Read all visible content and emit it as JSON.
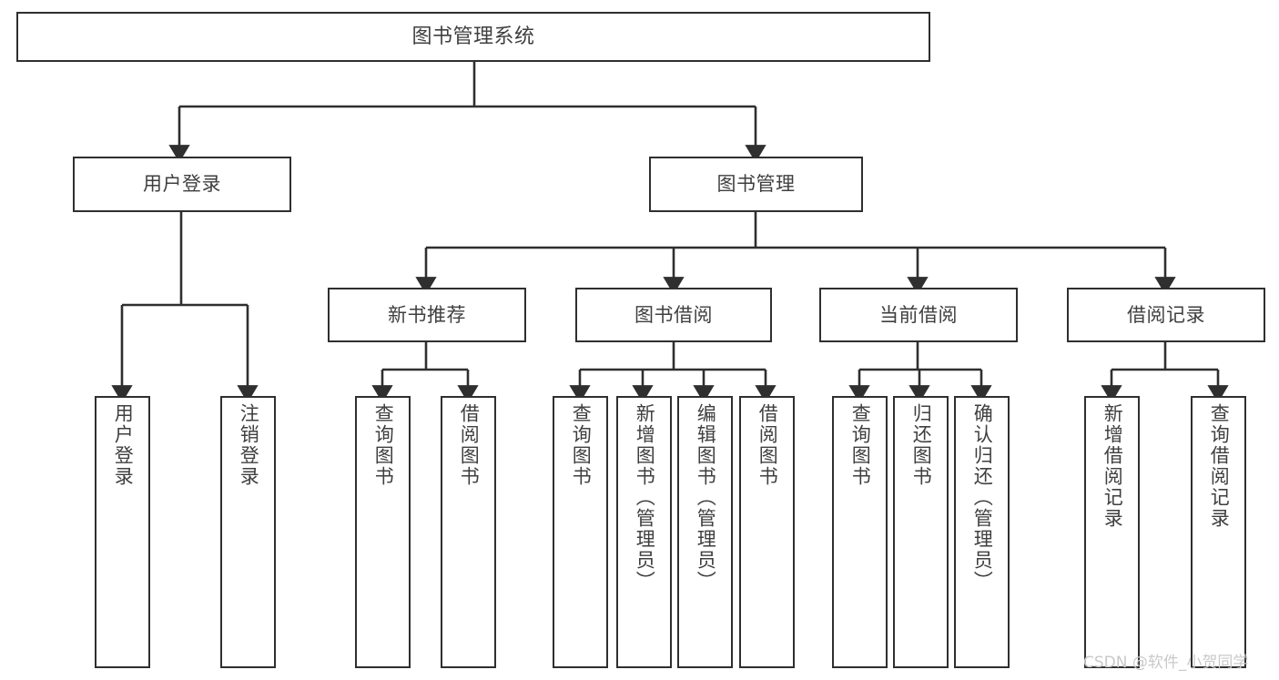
{
  "diagram": {
    "title": "图书管理系统",
    "watermark": "CSDN @软件_小贺同学",
    "line_color": "#2f2f2f",
    "text_color": "#3f3f3f",
    "background": "#ffffff",
    "root": {
      "label": "图书管理系统"
    },
    "level2": [
      {
        "label": "用户登录"
      },
      {
        "label": "图书管理"
      }
    ],
    "level3": [
      {
        "label": "新书推荐"
      },
      {
        "label": "图书借阅"
      },
      {
        "label": "当前借阅"
      },
      {
        "label": "借阅记录"
      }
    ],
    "leaves": {
      "user_login": [
        {
          "label": "用户登录"
        },
        {
          "label": "注销登录"
        }
      ],
      "new_book_recommend": [
        {
          "label": "查询图书"
        },
        {
          "label": "借阅图书"
        }
      ],
      "book_borrow": [
        {
          "label": "查询图书"
        },
        {
          "label": "新增图书（管理员）"
        },
        {
          "label": "编辑图书（管理员）"
        },
        {
          "label": "借阅图书"
        }
      ],
      "current_borrow": [
        {
          "label": "查询图书"
        },
        {
          "label": "归还图书"
        },
        {
          "label": "确认归还（管理员）"
        }
      ],
      "borrow_record": [
        {
          "label": "新增借阅记录"
        },
        {
          "label": "查询借阅记录"
        }
      ]
    }
  },
  "chart_data": {
    "type": "diagram",
    "title": "图书管理系统",
    "structure": "tree",
    "nodes": [
      {
        "id": "root",
        "label": "图书管理系统",
        "level": 0,
        "parent": null
      },
      {
        "id": "n-user-login",
        "label": "用户登录",
        "level": 1,
        "parent": "root"
      },
      {
        "id": "n-book-mgmt",
        "label": "图书管理",
        "level": 1,
        "parent": "root"
      },
      {
        "id": "n-user-login-1",
        "label": "用户登录",
        "level": 2,
        "parent": "n-user-login"
      },
      {
        "id": "n-user-logout",
        "label": "注销登录",
        "level": 2,
        "parent": "n-user-login"
      },
      {
        "id": "n-new-book",
        "label": "新书推荐",
        "level": 2,
        "parent": "n-book-mgmt"
      },
      {
        "id": "n-book-borrow",
        "label": "图书借阅",
        "level": 2,
        "parent": "n-book-mgmt"
      },
      {
        "id": "n-current-borrow",
        "label": "当前借阅",
        "level": 2,
        "parent": "n-book-mgmt"
      },
      {
        "id": "n-borrow-record",
        "label": "借阅记录",
        "level": 2,
        "parent": "n-book-mgmt"
      },
      {
        "id": "n-nb-query",
        "label": "查询图书",
        "level": 3,
        "parent": "n-new-book"
      },
      {
        "id": "n-nb-borrow",
        "label": "借阅图书",
        "level": 3,
        "parent": "n-new-book"
      },
      {
        "id": "n-bb-query",
        "label": "查询图书",
        "level": 3,
        "parent": "n-book-borrow"
      },
      {
        "id": "n-bb-add",
        "label": "新增图书（管理员）",
        "level": 3,
        "parent": "n-book-borrow"
      },
      {
        "id": "n-bb-edit",
        "label": "编辑图书（管理员）",
        "level": 3,
        "parent": "n-book-borrow"
      },
      {
        "id": "n-bb-borrow",
        "label": "借阅图书",
        "level": 3,
        "parent": "n-book-borrow"
      },
      {
        "id": "n-cb-query",
        "label": "查询图书",
        "level": 3,
        "parent": "n-current-borrow"
      },
      {
        "id": "n-cb-return",
        "label": "归还图书",
        "level": 3,
        "parent": "n-current-borrow"
      },
      {
        "id": "n-cb-confirm",
        "label": "确认归还（管理员）",
        "level": 3,
        "parent": "n-current-borrow"
      },
      {
        "id": "n-br-add",
        "label": "新增借阅记录",
        "level": 3,
        "parent": "n-borrow-record"
      },
      {
        "id": "n-br-query",
        "label": "查询借阅记录",
        "level": 3,
        "parent": "n-borrow-record"
      }
    ]
  }
}
